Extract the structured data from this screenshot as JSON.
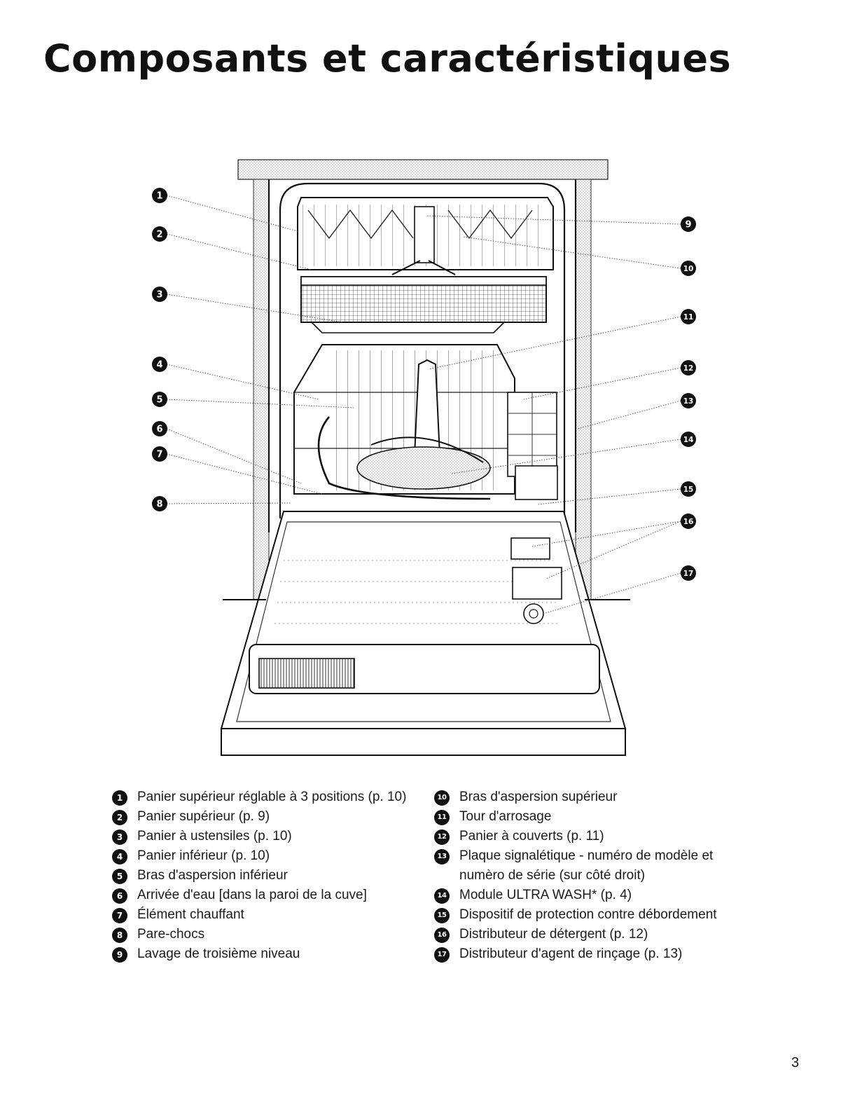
{
  "page": {
    "title": "Composants et caractéristiques",
    "page_number": "3"
  },
  "callouts": [
    "1",
    "2",
    "3",
    "4",
    "5",
    "6",
    "7",
    "8",
    "9",
    "10",
    "11",
    "12",
    "13",
    "14",
    "15",
    "16",
    "17"
  ],
  "legend": {
    "left": [
      {
        "num": "1",
        "text": "Panier supérieur réglable à 3 positions (p. 10)"
      },
      {
        "num": "2",
        "text": "Panier supérieur (p. 9)"
      },
      {
        "num": "3",
        "text": "Panier à ustensiles (p. 10)"
      },
      {
        "num": "4",
        "text": "Panier inférieur (p. 10)"
      },
      {
        "num": "5",
        "text": "Bras d'aspersion inférieur"
      },
      {
        "num": "6",
        "text": "Arrivée d'eau [dans la paroi de la cuve]"
      },
      {
        "num": "7",
        "text": "Élément chauffant"
      },
      {
        "num": "8",
        "text": "Pare-chocs"
      },
      {
        "num": "9",
        "text": "Lavage de troisième niveau"
      }
    ],
    "right": [
      {
        "num": "10",
        "text": "Bras d'aspersion supérieur"
      },
      {
        "num": "11",
        "text": "Tour d'arrosage"
      },
      {
        "num": "12",
        "text": "Panier à couverts (p. 11)"
      },
      {
        "num": "13",
        "text": "Plaque signalétique - numéro de modèle et",
        "text2": "numèro de série (sur côté droit)"
      },
      {
        "num": "14",
        "text": "Module ULTRA WASH* (p. 4)"
      },
      {
        "num": "15",
        "text": "Dispositif de protection contre débordement"
      },
      {
        "num": "16",
        "text": "Distributeur de détergent (p. 12)"
      },
      {
        "num": "17",
        "text": "Distributeur d'agent de rinçage (p. 13)"
      }
    ]
  }
}
